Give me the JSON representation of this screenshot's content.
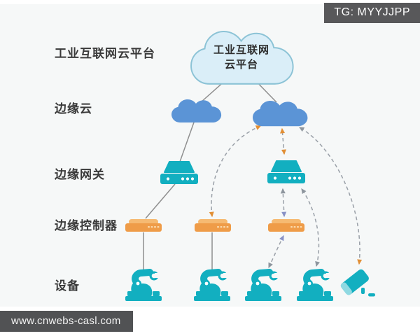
{
  "header_badge": "TG: MYYJJPP",
  "watermark": "www.cnwebs-casl.com",
  "cloud_platform": {
    "line1": "工业互联网",
    "line2": "云平台"
  },
  "layer_labels": {
    "cloud_platform": "工业互联网云平台",
    "edge_cloud": "边缘云",
    "edge_gateway": "边缘网关",
    "edge_controller": "边缘控制器",
    "device": "设备"
  },
  "colors": {
    "background": "#f6f8f8",
    "cloud_platform_fill": "#daeef8",
    "cloud_platform_stroke": "#8cc3d6",
    "edge_cloud_fill": "#5b94d6",
    "teal_device": "#12afc0",
    "camera_lens": "#8fd9e2",
    "controller_body": "#ef9c48",
    "controller_lip": "#f6ba72",
    "solid_line": "#8f8f8f",
    "dashed_line": "#9aa0a8",
    "arrow_orange": "#e28f35",
    "arrow_gray": "#8e969e",
    "arrow_blue": "#8891c6",
    "badge_bg": "#58585a",
    "label_text": "#3a3a3a"
  },
  "diagram": {
    "nodes": [
      {
        "id": "cloud-platform",
        "type": "cloud",
        "label": "工业互联网云平台"
      },
      {
        "id": "edge-cloud-left",
        "type": "cloud",
        "label": "边缘云"
      },
      {
        "id": "edge-cloud-right",
        "type": "cloud",
        "label": "边缘云"
      },
      {
        "id": "edge-gateway-left",
        "type": "gateway",
        "label": "边缘网关"
      },
      {
        "id": "edge-gateway-right",
        "type": "gateway",
        "label": "边缘网关"
      },
      {
        "id": "edge-controller-1",
        "type": "controller",
        "label": "边缘控制器"
      },
      {
        "id": "edge-controller-2",
        "type": "controller",
        "label": "边缘控制器"
      },
      {
        "id": "edge-controller-3",
        "type": "controller",
        "label": "边缘控制器"
      },
      {
        "id": "robot-1",
        "type": "robot-arm",
        "label": "设备"
      },
      {
        "id": "robot-2",
        "type": "robot-arm",
        "label": "设备"
      },
      {
        "id": "robot-3",
        "type": "robot-arm",
        "label": "设备"
      },
      {
        "id": "robot-4",
        "type": "robot-arm",
        "label": "设备"
      },
      {
        "id": "camera-1",
        "type": "camera",
        "label": "设备"
      }
    ],
    "edges": [
      {
        "from": "cloud-platform",
        "to": "edge-cloud-left",
        "style": "solid"
      },
      {
        "from": "cloud-platform",
        "to": "edge-cloud-right",
        "style": "solid"
      },
      {
        "from": "edge-cloud-left",
        "to": "edge-gateway-left",
        "style": "solid"
      },
      {
        "from": "edge-gateway-left",
        "to": "edge-controller-1",
        "style": "solid"
      },
      {
        "from": "edge-controller-1",
        "to": "robot-1",
        "style": "solid"
      },
      {
        "from": "edge-controller-2",
        "to": "robot-2",
        "style": "solid"
      },
      {
        "from": "edge-controller-2",
        "to": "edge-cloud-right",
        "style": "dashed",
        "arrows": "both"
      },
      {
        "from": "edge-gateway-right",
        "to": "edge-cloud-right",
        "style": "dashed",
        "arrows": "both"
      },
      {
        "from": "edge-controller-3",
        "to": "edge-gateway-right",
        "style": "dashed",
        "arrows": "both"
      },
      {
        "from": "robot-3",
        "to": "edge-controller-3",
        "style": "dashed",
        "arrows": "both"
      },
      {
        "from": "robot-4",
        "to": "edge-gateway-right",
        "style": "dashed",
        "arrows": "both"
      },
      {
        "from": "camera-1",
        "to": "edge-cloud-right",
        "style": "dashed",
        "arrows": "both"
      }
    ]
  }
}
